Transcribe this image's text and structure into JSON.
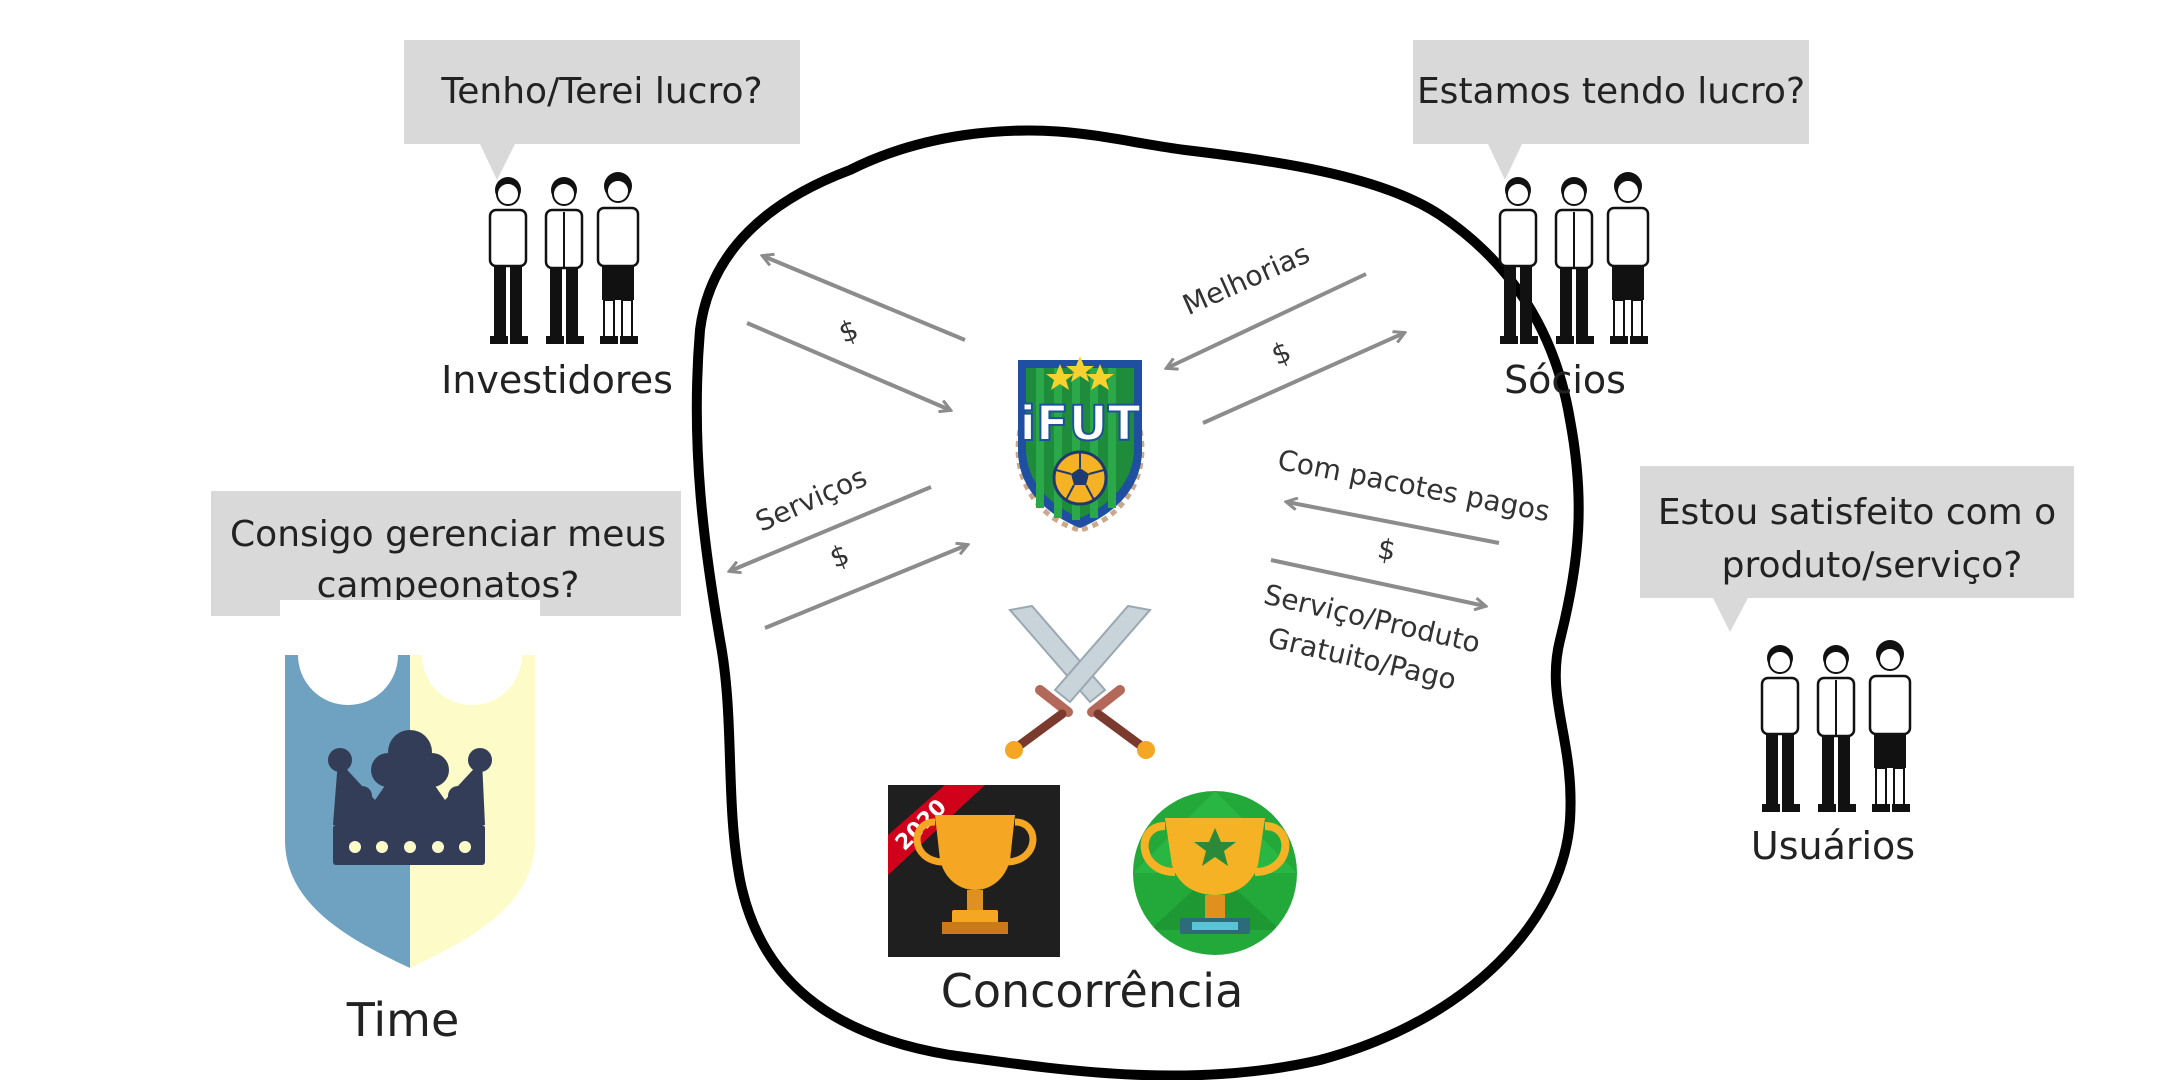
{
  "bubbles": {
    "investidores": "Tenho/Terei lucro?",
    "socios": "Estamos tendo lucro?",
    "time_line1": "Consigo gerenciar meus",
    "time_line2": "campeonatos?",
    "usuarios_line1": "Estou satisfeito com o",
    "usuarios_line2": "produto/serviço?"
  },
  "actors": {
    "investidores": "Investidores",
    "socios": "Sócios",
    "usuarios": "Usuários",
    "time": "Time",
    "concorrencia": "Concorrência"
  },
  "flows": {
    "investidores_money": "$",
    "melhorias": "Melhorias",
    "socios_money": "$",
    "servicos": "Serviços",
    "time_money": "$",
    "com_pacotes_pagos": "Com pacotes pagos",
    "usuarios_money": "$",
    "servico_produto": "Serviço/Produto",
    "gratuito_pago": "Gratuito/Pago"
  },
  "logos": {
    "ifut": "iFUT",
    "competitor_badge": "2020"
  },
  "colors": {
    "bubble": "#d9d9d9",
    "arrow": "#8c8c8c",
    "outline": "#000000",
    "shield_left": "#6fa2c0",
    "shield_right": "#fdfbc8",
    "crown": "#343d57",
    "ifut_green": "#1e8c3a",
    "ifut_blue": "#1f4fa0",
    "trophy_gold": "#f5a623",
    "badge_red": "#d0021b",
    "competitor_green": "#23a83a"
  }
}
